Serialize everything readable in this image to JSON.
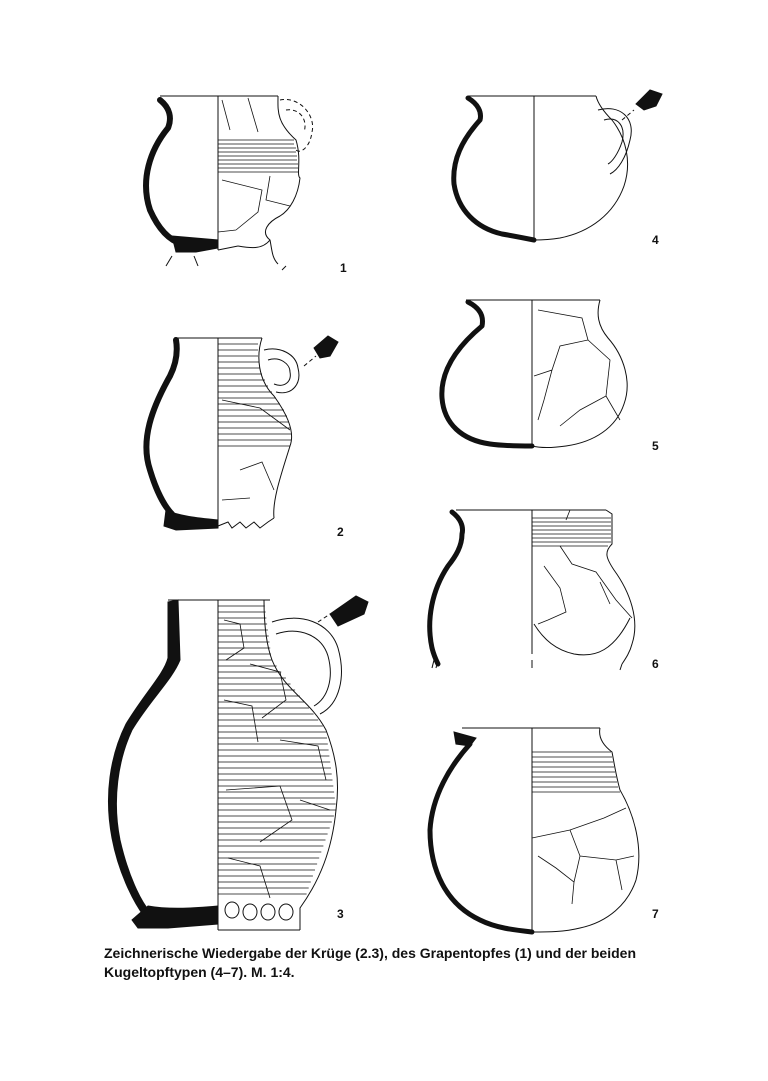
{
  "figures": [
    {
      "id": 1,
      "label": "1"
    },
    {
      "id": 2,
      "label": "2"
    },
    {
      "id": 3,
      "label": "3"
    },
    {
      "id": 4,
      "label": "4"
    },
    {
      "id": 5,
      "label": "5"
    },
    {
      "id": 6,
      "label": "6"
    },
    {
      "id": 7,
      "label": "7"
    }
  ],
  "caption": {
    "text": "Zeichnerische Wiedergabe der Krüge (2.3), des Grapentopfes (1) und der beiden Kugeltopftypen (4–7). M. 1:4."
  }
}
